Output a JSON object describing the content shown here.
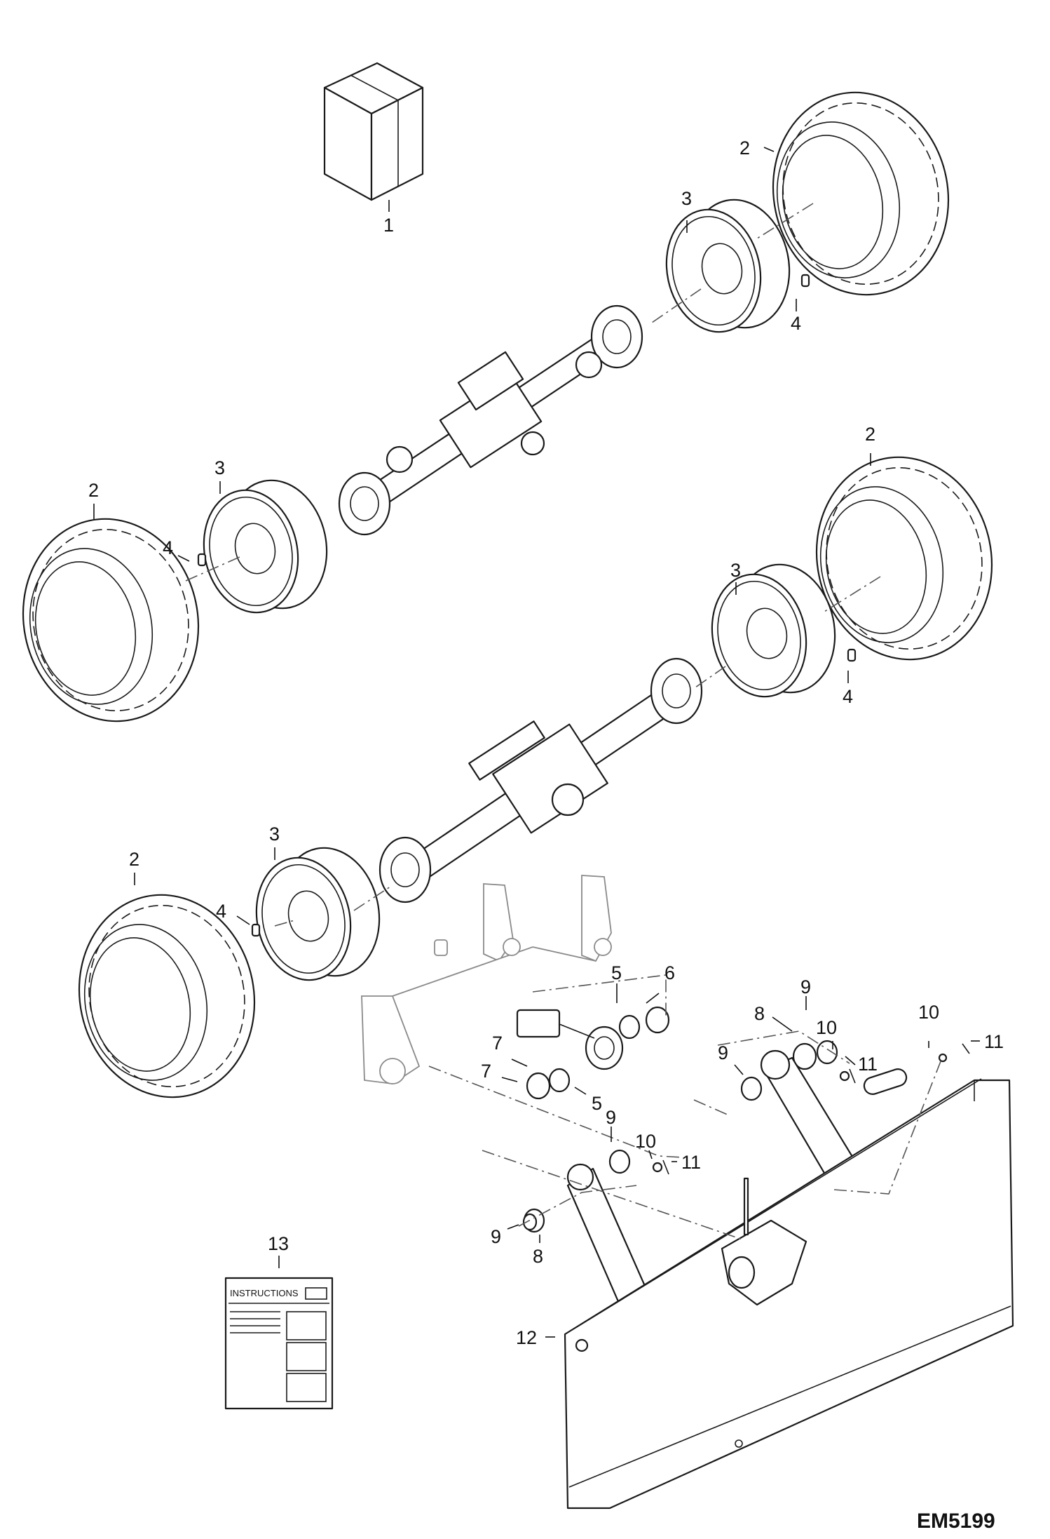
{
  "drawing_code": "EM5199",
  "callouts": {
    "c1": "1",
    "c2a": "2",
    "c2b": "2",
    "c2c": "2",
    "c2d": "2",
    "c3a": "3",
    "c3b": "3",
    "c3c": "3",
    "c3d": "3",
    "c4a": "4",
    "c4b": "4",
    "c4c": "4",
    "c4d": "4",
    "c5a": "5",
    "c5b": "5",
    "c6": "6",
    "c7a": "7",
    "c7b": "7",
    "c8a": "8",
    "c8b": "8",
    "c9a": "9",
    "c9b": "9",
    "c9c": "9",
    "c9d": "9",
    "c10a": "10",
    "c10b": "10",
    "c10c": "10",
    "c11a": "11",
    "c11b": "11",
    "c11c": "11",
    "c12": "12",
    "c13": "13"
  },
  "booklet": {
    "title": "INSTRUCTIONS"
  },
  "icons": [
    "box-icon",
    "tire-icon",
    "rim-icon",
    "valve-icon",
    "axle-icon",
    "blade-icon",
    "booklet-icon"
  ]
}
